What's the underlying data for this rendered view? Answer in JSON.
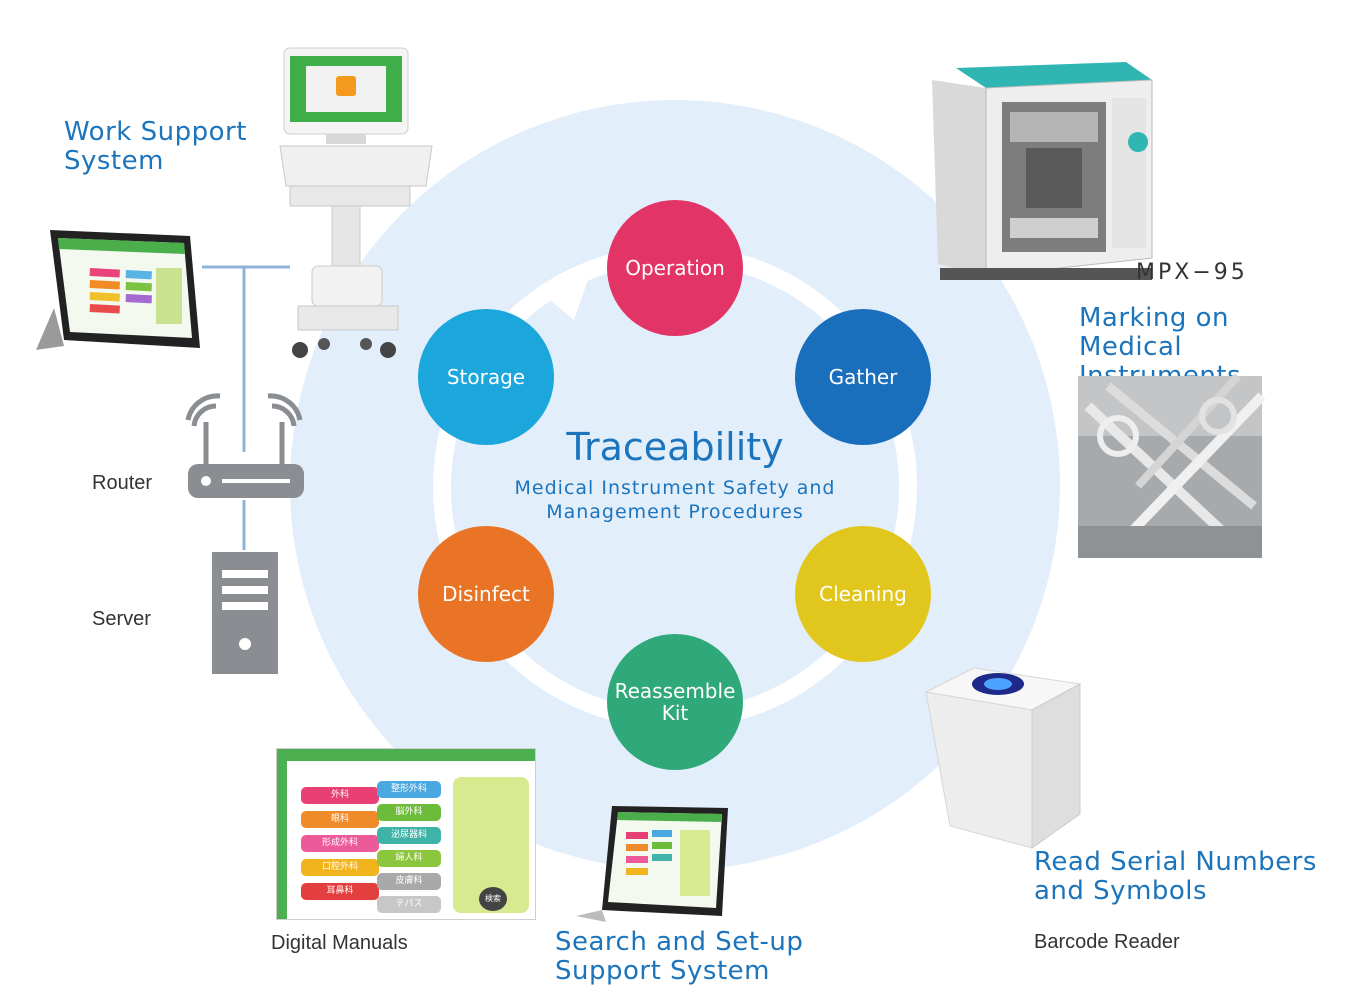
{
  "center": {
    "title": "Traceability",
    "subtitle": "Medical Instrument Safety and\nManagement Procedures"
  },
  "steps": [
    {
      "label": "Operation",
      "color": "#e23466"
    },
    {
      "label": "Gather",
      "color": "#1a6fbc"
    },
    {
      "label": "Cleaning",
      "color": "#e1c61e"
    },
    {
      "label": "Reassemble\nKit",
      "color": "#2fa87a"
    },
    {
      "label": "Disinfect",
      "color": "#ea7425"
    },
    {
      "label": "Storage",
      "color": "#1ba7dc"
    }
  ],
  "labels": {
    "work_support": "Work Support\nSystem",
    "router": "Router",
    "server": "Server",
    "mpx": "MPX−95",
    "marking": "Marking on\nMedical Instruments",
    "read_serial": "Read Serial Numbers\nand Symbols",
    "barcode_reader": "Barcode Reader",
    "search_setup": "Search and Set-up\nSupport System",
    "digital_manuals": "Digital Manuals"
  },
  "device_screens": {
    "screen_a": [
      "外科",
      "眼科",
      "形成外科",
      "口腔外科",
      "耳鼻科"
    ],
    "screen_b": [
      "整形外科",
      "脳外科",
      "泌尿器科",
      "婦人科",
      "皮膚科",
      "テパス"
    ],
    "search_button": "検索"
  },
  "colors": {
    "accent": "#1c75bc",
    "network_line": "#8fb4da",
    "device_gray": "#8a8d91"
  }
}
